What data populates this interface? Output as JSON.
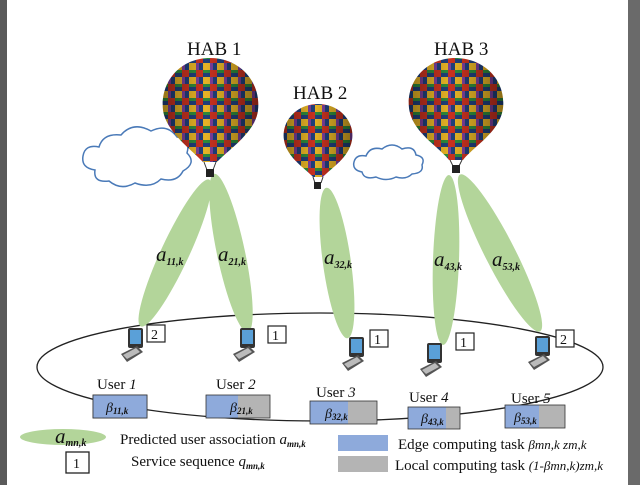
{
  "habs": [
    {
      "label": "HAB 1"
    },
    {
      "label": "HAB 2"
    },
    {
      "label": "HAB 3"
    }
  ],
  "associations": [
    {
      "base": "a",
      "sub": "11,k"
    },
    {
      "base": "a",
      "sub": "21,k"
    },
    {
      "base": "a",
      "sub": "32,k"
    },
    {
      "base": "a",
      "sub": "43,k"
    },
    {
      "base": "a",
      "sub": "53,k"
    }
  ],
  "users": [
    {
      "label": "User",
      "num": "1",
      "seq": "2",
      "beta_sub": "11,k"
    },
    {
      "label": "User",
      "num": "2",
      "seq": "1",
      "beta_sub": "21,k"
    },
    {
      "label": "User",
      "num": "3",
      "seq": "1",
      "beta_sub": "32,k"
    },
    {
      "label": "User",
      "num": "4",
      "seq": "1",
      "beta_sub": "43,k"
    },
    {
      "label": "User",
      "num": "5",
      "seq": "2",
      "beta_sub": "53,k"
    }
  ],
  "task_symbol": "β",
  "legend": {
    "assoc_symbol_base": "a",
    "assoc_symbol_sub": "mn,k",
    "assoc_text": "Predicted user association",
    "seq_box": "1",
    "seq_text": "Service sequence",
    "seq_var": "q",
    "seq_var_sub": "mn,k",
    "edge_text": "Edge computing task",
    "edge_formula": "βmn,k zm,k",
    "local_text": "Local computing task",
    "local_formula": "(1-βmn,k)zm,k"
  },
  "colors": {
    "beam": "#b3d59a",
    "edge_task": "#8eaadb",
    "local_task": "#b4b4b4"
  }
}
